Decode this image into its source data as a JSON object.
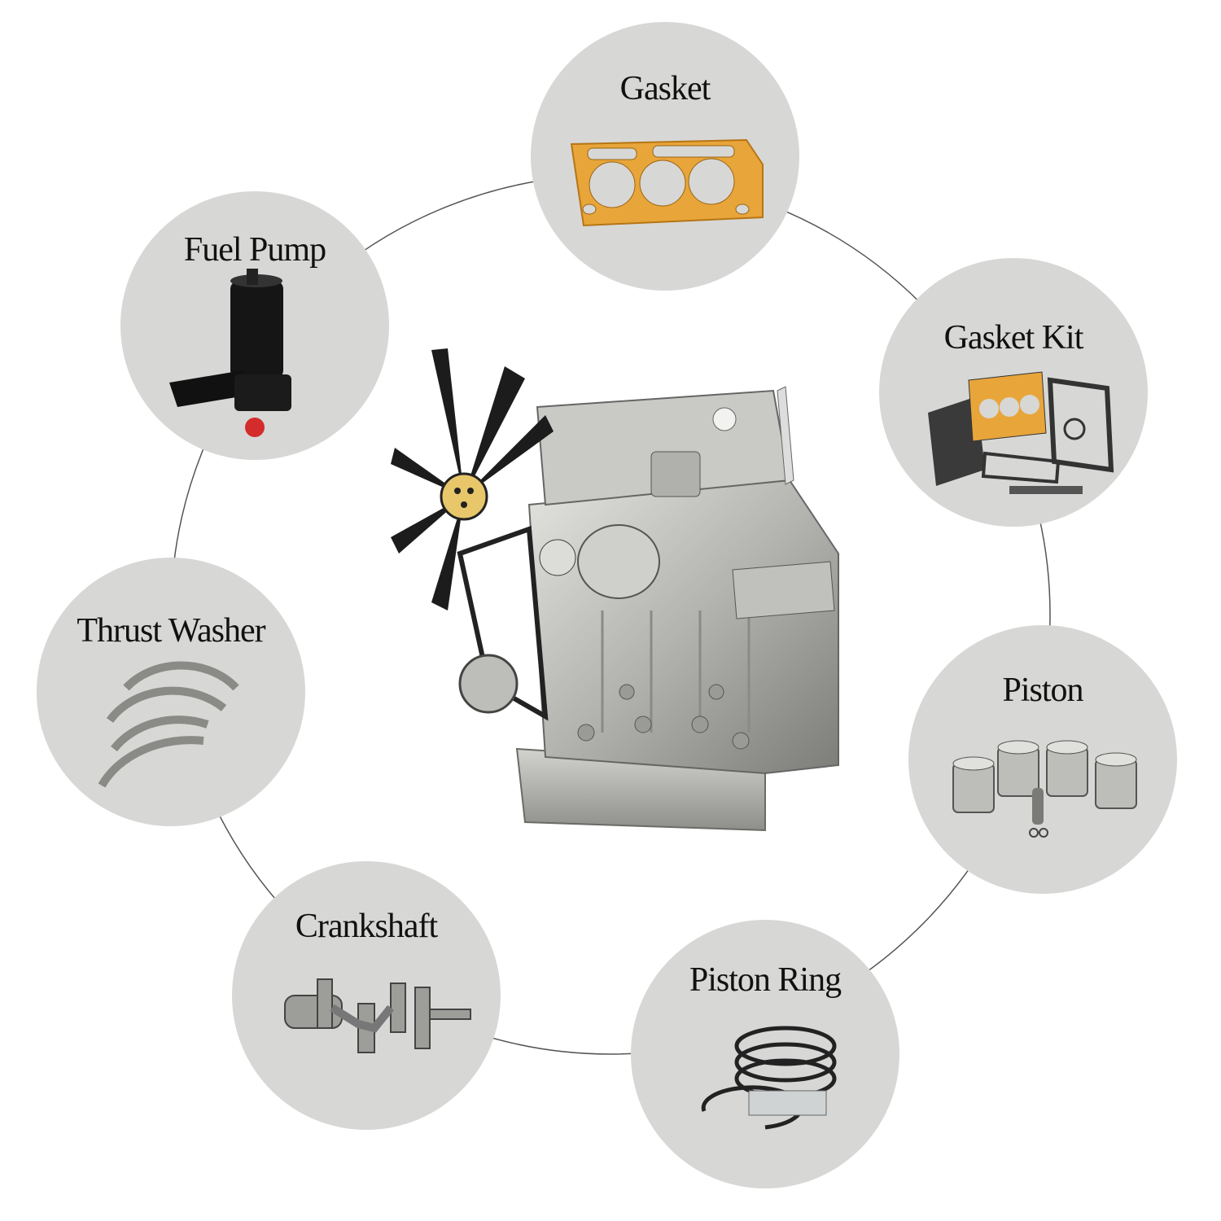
{
  "parts": [
    {
      "id": "gasket",
      "label": "Gasket",
      "icon": "head-gasket-icon"
    },
    {
      "id": "gasket-kit",
      "label": "Gasket Kit",
      "icon": "gasket-kit-icon"
    },
    {
      "id": "piston",
      "label": "Piston",
      "icon": "piston-set-icon"
    },
    {
      "id": "piston-ring",
      "label": "Piston Ring",
      "icon": "piston-ring-icon"
    },
    {
      "id": "crankshaft",
      "label": "Crankshaft",
      "icon": "crankshaft-icon"
    },
    {
      "id": "thrust-washer",
      "label": "Thrust Washer",
      "icon": "thrust-washer-icon"
    },
    {
      "id": "fuel-pump",
      "label": "Fuel Pump",
      "icon": "fuel-pump-icon"
    }
  ],
  "center": {
    "icon": "diesel-engine-icon"
  },
  "colors": {
    "node_bg": "#d7d7d6",
    "ring_line": "#555555",
    "gasket": "#e8a53a",
    "engine": "#b8b8b4"
  }
}
